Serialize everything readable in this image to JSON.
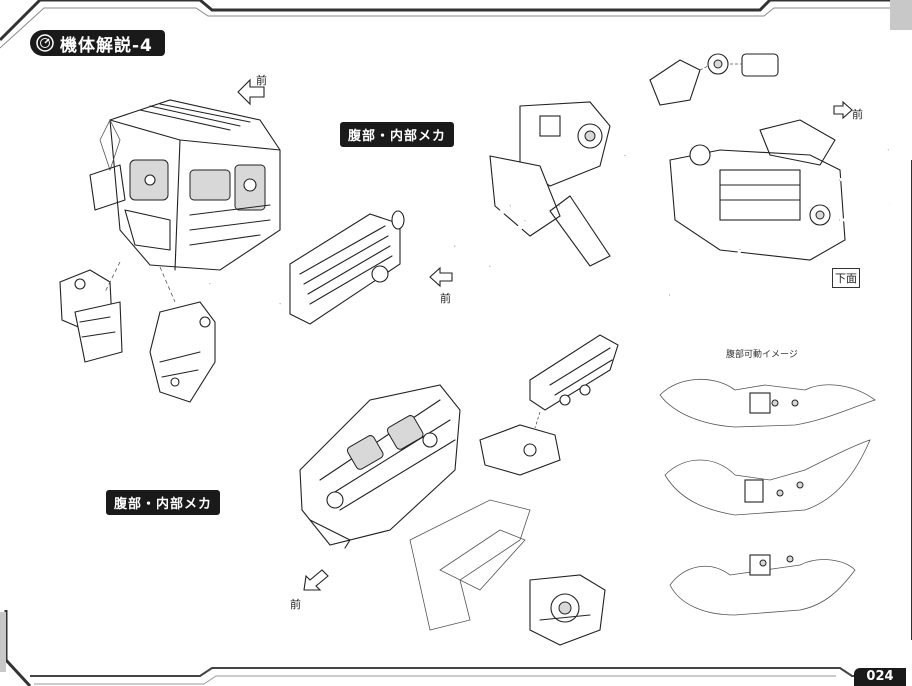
{
  "page": {
    "title": "機体解説-4",
    "page_number": "024"
  },
  "labels": {
    "top_section": "腹部・内部メカ",
    "bottom_section": "腹部・内部メカ",
    "movable_image": "腹部可動イメージ",
    "bottom_view": "下面"
  },
  "annotations": {
    "front_1": "前",
    "front_2": "前",
    "front_3": "前",
    "front_4": "前"
  },
  "icons": {
    "title_icon": "gauge-icon"
  },
  "colors": {
    "ink": "#222222",
    "label_bg": "#1a1a1a",
    "label_text": "#ffffff",
    "paper": "#ffffff"
  }
}
